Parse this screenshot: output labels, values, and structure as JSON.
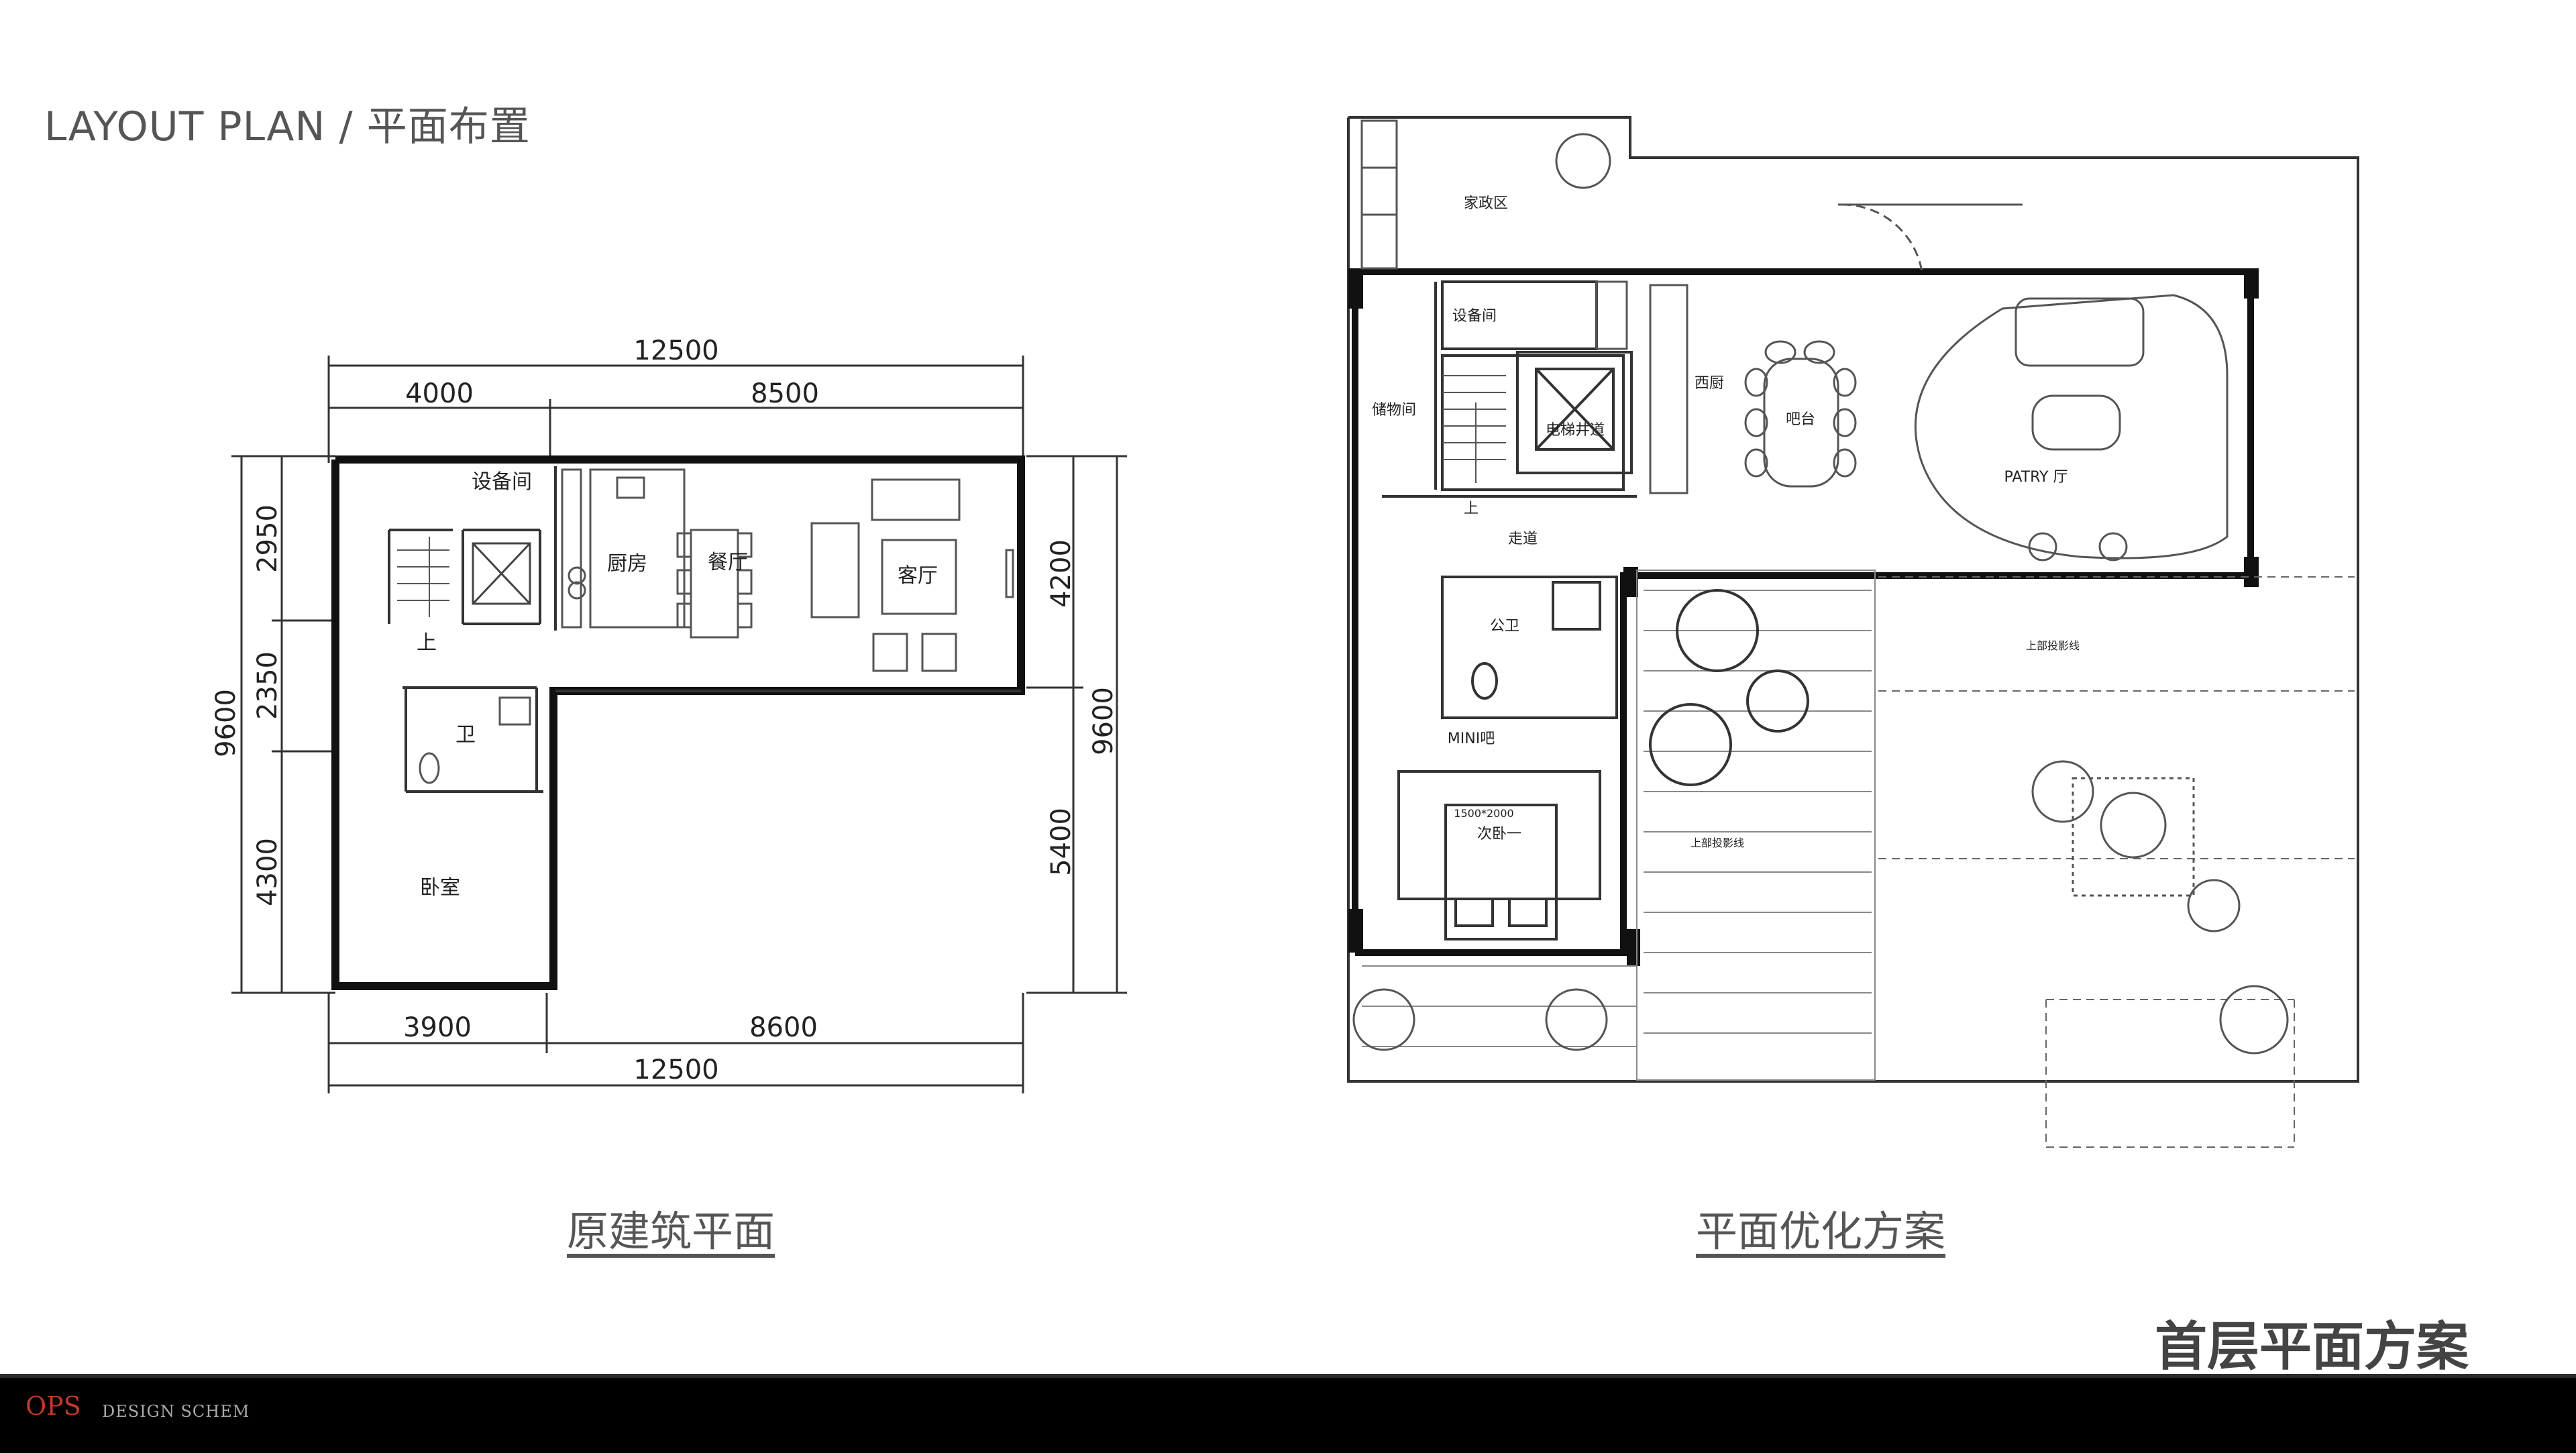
{
  "header": {
    "title": "LAYOUT PLAN / 平面布置"
  },
  "original_plan": {
    "caption": "原建筑平面",
    "dimensions": {
      "top_total": "12500",
      "top_left": "4000",
      "top_right": "8500",
      "bottom_left": "3900",
      "bottom_right": "8600",
      "bottom_total": "12500",
      "left_top": "2950",
      "left_mid": "2350",
      "left_bottom": "4300",
      "left_total": "9600",
      "right_top": "4200",
      "right_bottom": "5400",
      "right_total": "9600"
    },
    "rooms": {
      "equipment": "设备间",
      "kitchen": "厨房",
      "dining": "餐厅",
      "living": "客厅",
      "up": "上",
      "bath": "卫",
      "bedroom": "卧室"
    }
  },
  "optimized_plan": {
    "caption": "平面优化方案",
    "rooms": {
      "housekeeping": "家政区",
      "equipment": "设备间",
      "storage": "储物间",
      "elevator": "电梯井道",
      "western_kitchen": "西厨",
      "bar": "吧台",
      "party": "PATRY 厅",
      "corridor": "走道",
      "up": "上",
      "public_bath": "公卫",
      "mini_bar": "MINI吧",
      "second_bedroom": "次卧一",
      "bed_size": "1500*2000",
      "projection1": "上部投影线",
      "projection2": "上部投影线"
    }
  },
  "subtitle": "首层平面方案",
  "footer": {
    "brand": "OPS",
    "tag": "DESIGN SCHEM"
  }
}
